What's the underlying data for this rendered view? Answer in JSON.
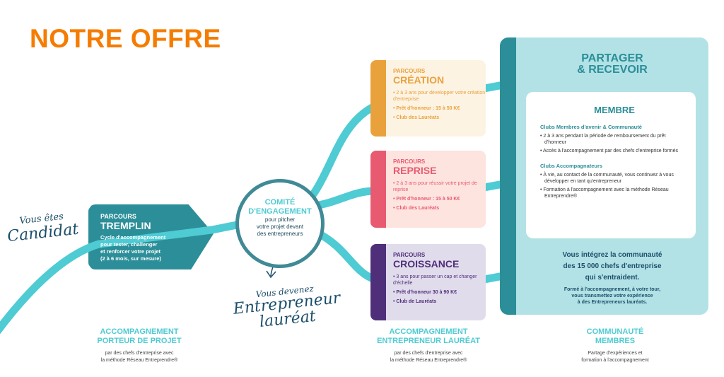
{
  "title": "NOTRE OFFRE",
  "candidat": {
    "line1": "Vous êtes",
    "line2": "Candidat"
  },
  "tremplin": {
    "kicker": "PARCOURS",
    "name": "TREMPLIN",
    "text": [
      "Cycle d'accompagnement",
      "pour tester, challenger",
      "et renforcer votre projet",
      "(2 à 6 mois, sur mesure)"
    ]
  },
  "comite": {
    "title": [
      "COMITÉ",
      "D'ENGAGEMENT"
    ],
    "text": [
      "pour pitcher",
      "votre projet devant",
      "des entrepreneurs"
    ]
  },
  "laureat": {
    "line1": "Vous devenez",
    "line2": "Entrepreneur",
    "line3": "lauréat"
  },
  "cards": [
    {
      "kicker": "PARCOURS",
      "name": "CRÉATION",
      "items": [
        "2 à 3 ans pour développer votre création d'entreprise",
        "Prêt d'honneur : 15 à 50 K€",
        "Club des Lauréats"
      ],
      "stripe": "#e9a23b",
      "bg": "#fdf3e3",
      "color": "#e9a23b"
    },
    {
      "kicker": "PARCOURS",
      "name": "REPRISE",
      "items": [
        "2 à 3 ans pour réussir votre projet de reprise",
        "Prêt d'honneur : 15 à 50 K€",
        "Club des Lauréats"
      ],
      "stripe": "#e85a70",
      "bg": "#fde4df",
      "color": "#e85a70"
    },
    {
      "kicker": "PARCOURS",
      "name": "CROISSANCE",
      "items": [
        "3 ans pour passer un cap et changer d'échelle",
        "Prêt d'honneur 30 à 90 K€",
        "Club de Lauréats"
      ],
      "stripe": "#4f2f7a",
      "bg": "#e1dcec",
      "color": "#4f2f7a"
    }
  ],
  "panel": {
    "title": [
      "PARTAGER",
      "& RECEVOIR"
    ],
    "membre": {
      "title": "MEMBRE",
      "club1": "Clubs Membres d'avenir & Communauté",
      "items1": [
        "2 à 3 ans pendant la période de remboursement du prêt d'honneur",
        "Accès à l'accompagnement par des chefs d'entreprise formés"
      ],
      "club2": "Clubs Accompagnateurs",
      "items2": [
        "À vie, au contact de la communauté, vous continuez à vous développer en tant qu'entrepreneur",
        "Formation à l'accompagnement avec la méthode Réseau Entreprendre®"
      ]
    },
    "footer": [
      "Vous intégrez la communauté",
      "des 15 000 chefs d'entreprise",
      "qui s'entraident."
    ],
    "footer_sub": [
      "Formé à l'accompagnement, à votre tour,",
      "vous transmettez votre expérience",
      "à des Entrepreneurs lauréats."
    ]
  },
  "bottom": [
    {
      "title": [
        "ACCOMPAGNEMENT",
        "PORTEUR DE PROJET"
      ],
      "sub": [
        "par des chefs d'entreprise avec",
        "la méthode Réseau Entreprendre®"
      ]
    },
    {
      "title": [
        "ACCOMPAGNEMENT",
        "ENTREPRENEUR LAURÉAT"
      ],
      "sub": [
        "par des chefs d'entreprise avec",
        "la méthode Réseau Entreprendre®"
      ]
    },
    {
      "title": [
        "COMMUNAUTÉ",
        "MEMBRES"
      ],
      "sub": [
        "Partage d'expériences et",
        "formation à l'accompagnement"
      ]
    }
  ]
}
